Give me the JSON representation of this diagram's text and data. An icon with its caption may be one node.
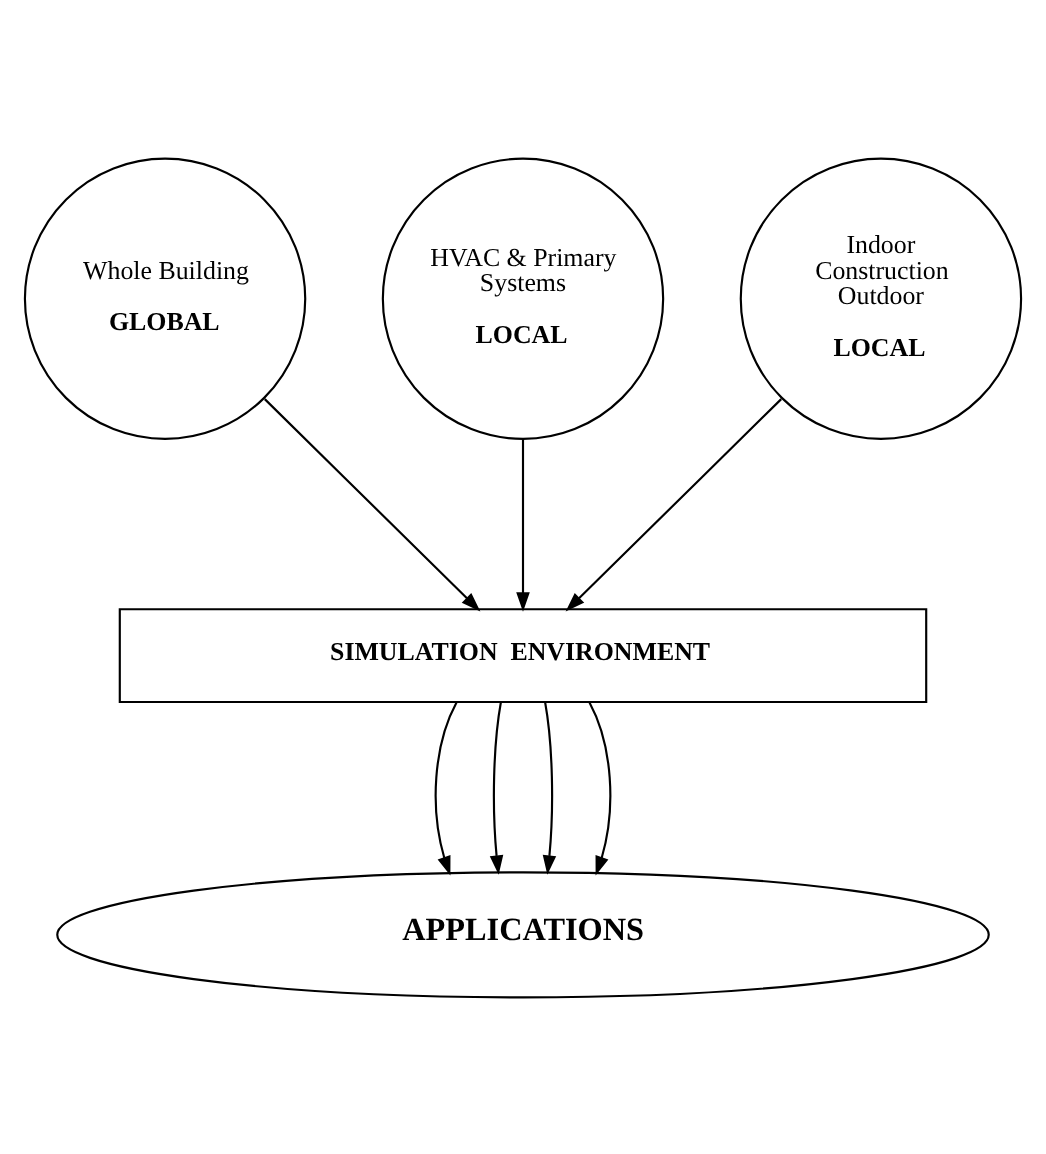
{
  "diagram": {
    "nodes": [
      {
        "text": [
          "Whole Building",
          "GLOBAL"
        ]
      },
      {
        "text": [
          "HVAC & Primary Systems",
          "LOCAL"
        ]
      },
      {
        "text": [
          "Indoor Construction Outdoor",
          "LOCAL"
        ]
      },
      {
        "text": [
          "SIMULATION  ENVIRONMENT"
        ]
      },
      {
        "text": [
          "APPLICATIONS"
        ]
      }
    ],
    "edges": [
      {
        "from": 0,
        "to": 3,
        "arrow": "to"
      },
      {
        "from": 1,
        "to": 3,
        "arrow": "to"
      },
      {
        "from": 2,
        "to": 3,
        "arrow": "to"
      },
      {
        "from": 3,
        "to": 4,
        "arrow": "to"
      },
      {
        "from": 3,
        "to": 4,
        "arrow": "to"
      },
      {
        "from": 3,
        "to": 4,
        "arrow": "to"
      },
      {
        "from": 3,
        "to": 4,
        "arrow": "to"
      }
    ]
  }
}
